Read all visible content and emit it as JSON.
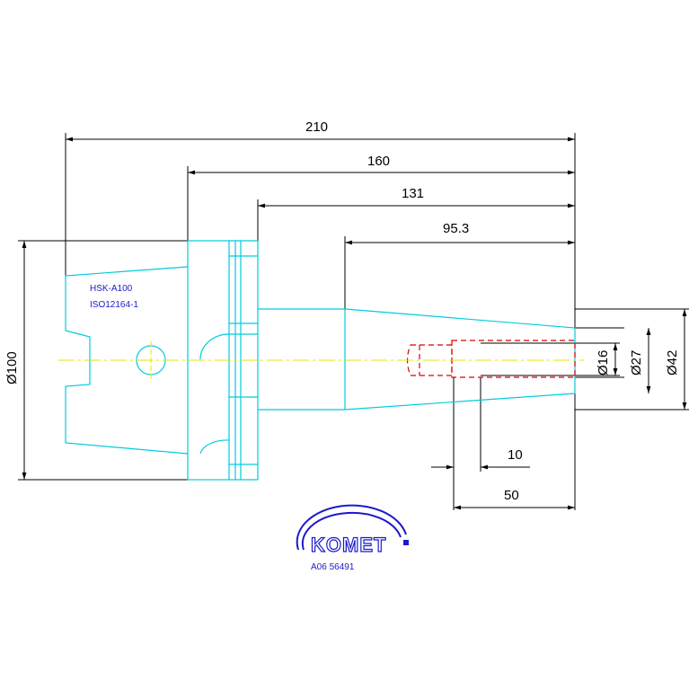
{
  "colors": {
    "outline": "#00ccdd",
    "dimension": "#000000",
    "hidden": "#dd0000",
    "centerline": "#e6e600",
    "label": "#1a1acc"
  },
  "dimensions": {
    "d210": "210",
    "d160": "160",
    "d131": "131",
    "d95": "95.3",
    "d10": "10",
    "d50": "50",
    "dia100": "Ø100",
    "dia16": "Ø16",
    "dia27": "Ø27",
    "dia42": "Ø42"
  },
  "labels": {
    "standard": "HSK-A100",
    "iso": "ISO12164-1"
  },
  "logo": {
    "brand": "KOMET",
    "code": "A06 56491",
    "icon": "komet-arc-logo-icon"
  }
}
